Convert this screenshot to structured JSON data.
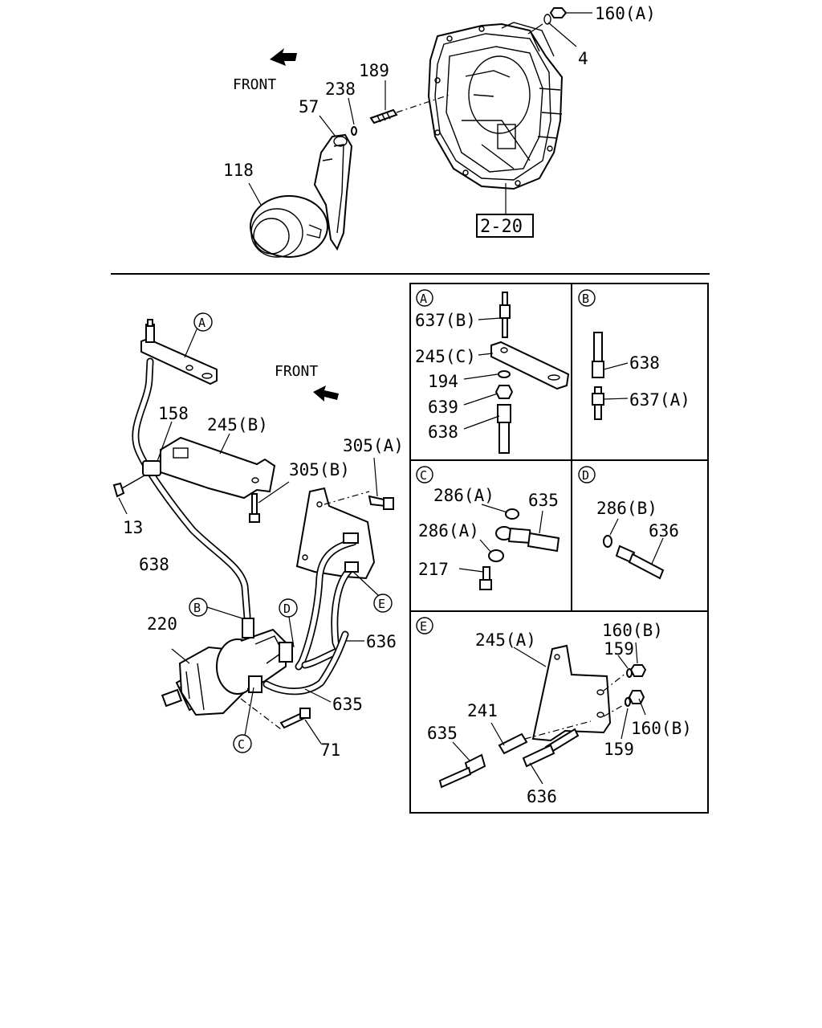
{
  "top_view": {
    "front_label": "FRONT",
    "callouts": {
      "p160a": "160(A)",
      "p4": "4",
      "p189": "189",
      "p238": "238",
      "p57": "57",
      "p118": "118",
      "ref": "2-20"
    }
  },
  "main_view": {
    "front_label": "FRONT",
    "callouts": {
      "p158": "158",
      "p245b": "245(B)",
      "p305a": "305(A)",
      "p305b": "305(B)",
      "p13": "13",
      "p638": "638",
      "p220": "220",
      "p636": "636",
      "p635": "635",
      "p71": "71"
    },
    "markers": [
      "A",
      "B",
      "C",
      "D",
      "E"
    ]
  },
  "insets": {
    "A": {
      "letter": "A",
      "labels": [
        "637(B)",
        "245(C)",
        "194",
        "639",
        "638"
      ]
    },
    "B": {
      "letter": "B",
      "labels": [
        "638",
        "637(A)"
      ]
    },
    "C": {
      "letter": "C",
      "labels": [
        "286(A)",
        "635",
        "286(A)",
        "217"
      ]
    },
    "D": {
      "letter": "D",
      "labels": [
        "286(B)",
        "636"
      ]
    },
    "E": {
      "letter": "E",
      "labels": [
        "245(A)",
        "159",
        "160(B)",
        "160(B)",
        "159",
        "241",
        "635",
        "636"
      ]
    }
  },
  "colors": {
    "ink": "#000000",
    "paper": "#ffffff"
  }
}
